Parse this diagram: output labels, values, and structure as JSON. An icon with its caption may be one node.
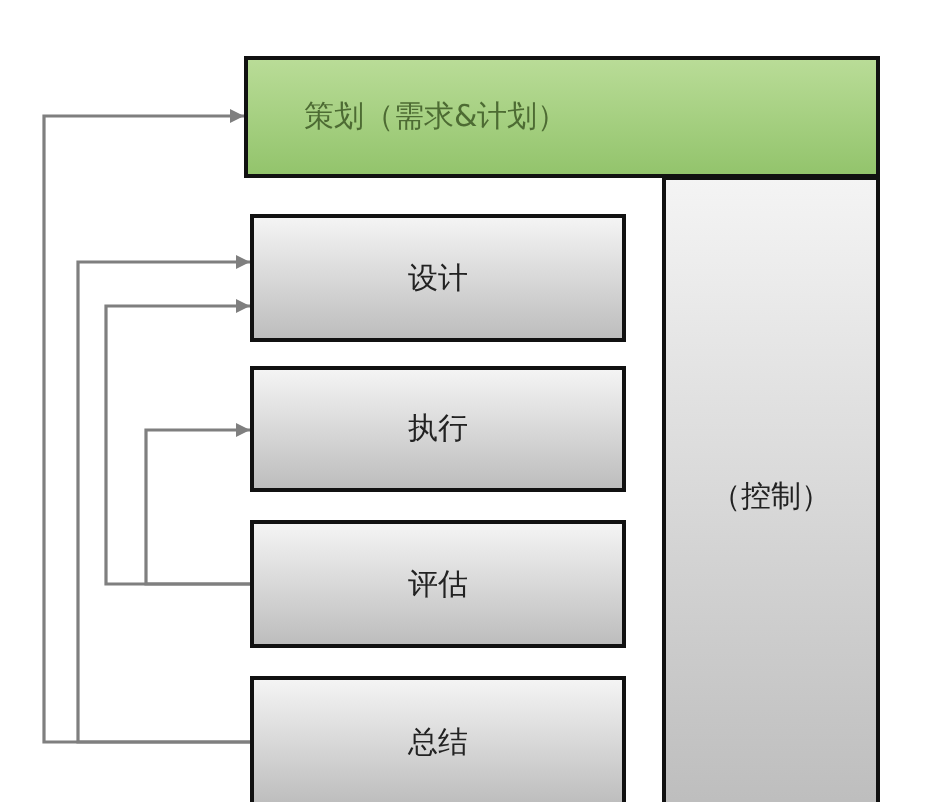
{
  "diagram": {
    "nodes": [
      {
        "text": [
          "策划（需求&计划）"
        ]
      },
      {
        "text": [
          "设计"
        ]
      },
      {
        "text": [
          "执行"
        ]
      },
      {
        "text": [
          "评估"
        ]
      },
      {
        "text": [
          "总结"
        ]
      },
      {
        "text": [
          "（控制）"
        ]
      }
    ],
    "edges": [
      {
        "from": 4,
        "to": 0,
        "arrow": "to"
      },
      {
        "from": 4,
        "to": 1,
        "arrow": "to"
      },
      {
        "from": 3,
        "to": 1,
        "arrow": "to"
      },
      {
        "from": 3,
        "to": 2,
        "arrow": "to"
      }
    ]
  }
}
